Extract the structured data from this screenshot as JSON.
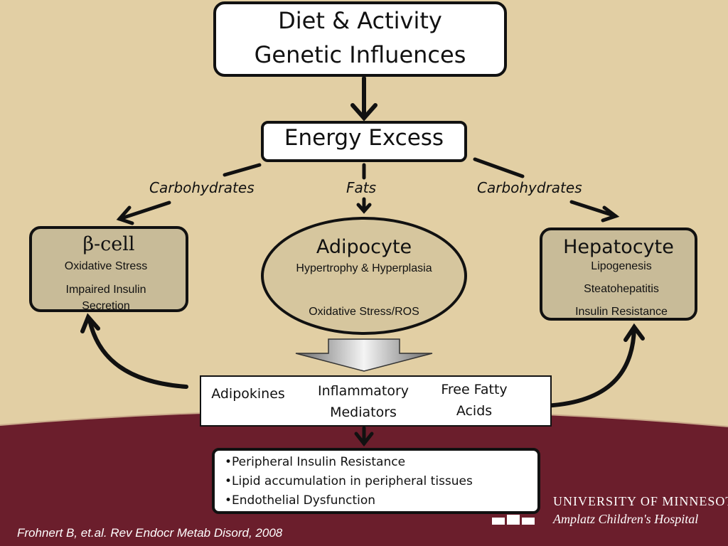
{
  "colors": {
    "background_tan": "#e2cfa4",
    "maroon_band": "#6b1e2c",
    "box_fill_tan": "#c8bb98",
    "ellipse_fill": "#d6c69e",
    "outline": "#111111"
  },
  "top_box": {
    "line1": "Diet & Activity",
    "line2": "Genetic Influences"
  },
  "energy_box": {
    "label": "Energy Excess"
  },
  "edge_labels": {
    "left": "Carbohydrates",
    "center": "Fats",
    "right": "Carbohydrates"
  },
  "beta_cell": {
    "title": "β-cell",
    "items": [
      "Oxidative Stress",
      "Impaired Insulin",
      "Secretion"
    ]
  },
  "adipocyte": {
    "title": "Adipocyte",
    "subtitle": "Hypertrophy & Hyperplasia",
    "result": "Oxidative Stress/ROS"
  },
  "hepatocyte": {
    "title": "Hepatocyte",
    "items": [
      "Lipogenesis",
      "Steatohepatitis",
      "Insulin Resistance"
    ]
  },
  "mediators": {
    "adipokines": "Adipokines",
    "inflammatory_l1": "Inflammatory",
    "inflammatory_l2": "Mediators",
    "ffa_l1": "Free Fatty",
    "ffa_l2": "Acids"
  },
  "outcomes": [
    "•Peripheral Insulin Resistance",
    "•Lipid accumulation in peripheral tissues",
    "•Endothelial Dysfunction"
  ],
  "citation": "Frohnert B, et.al. Rev Endocr Metab Disord, 2008",
  "logo": {
    "university": "UNIVERSITY OF MINNESOTA",
    "hospital": "Amplatz Children's Hospital"
  }
}
